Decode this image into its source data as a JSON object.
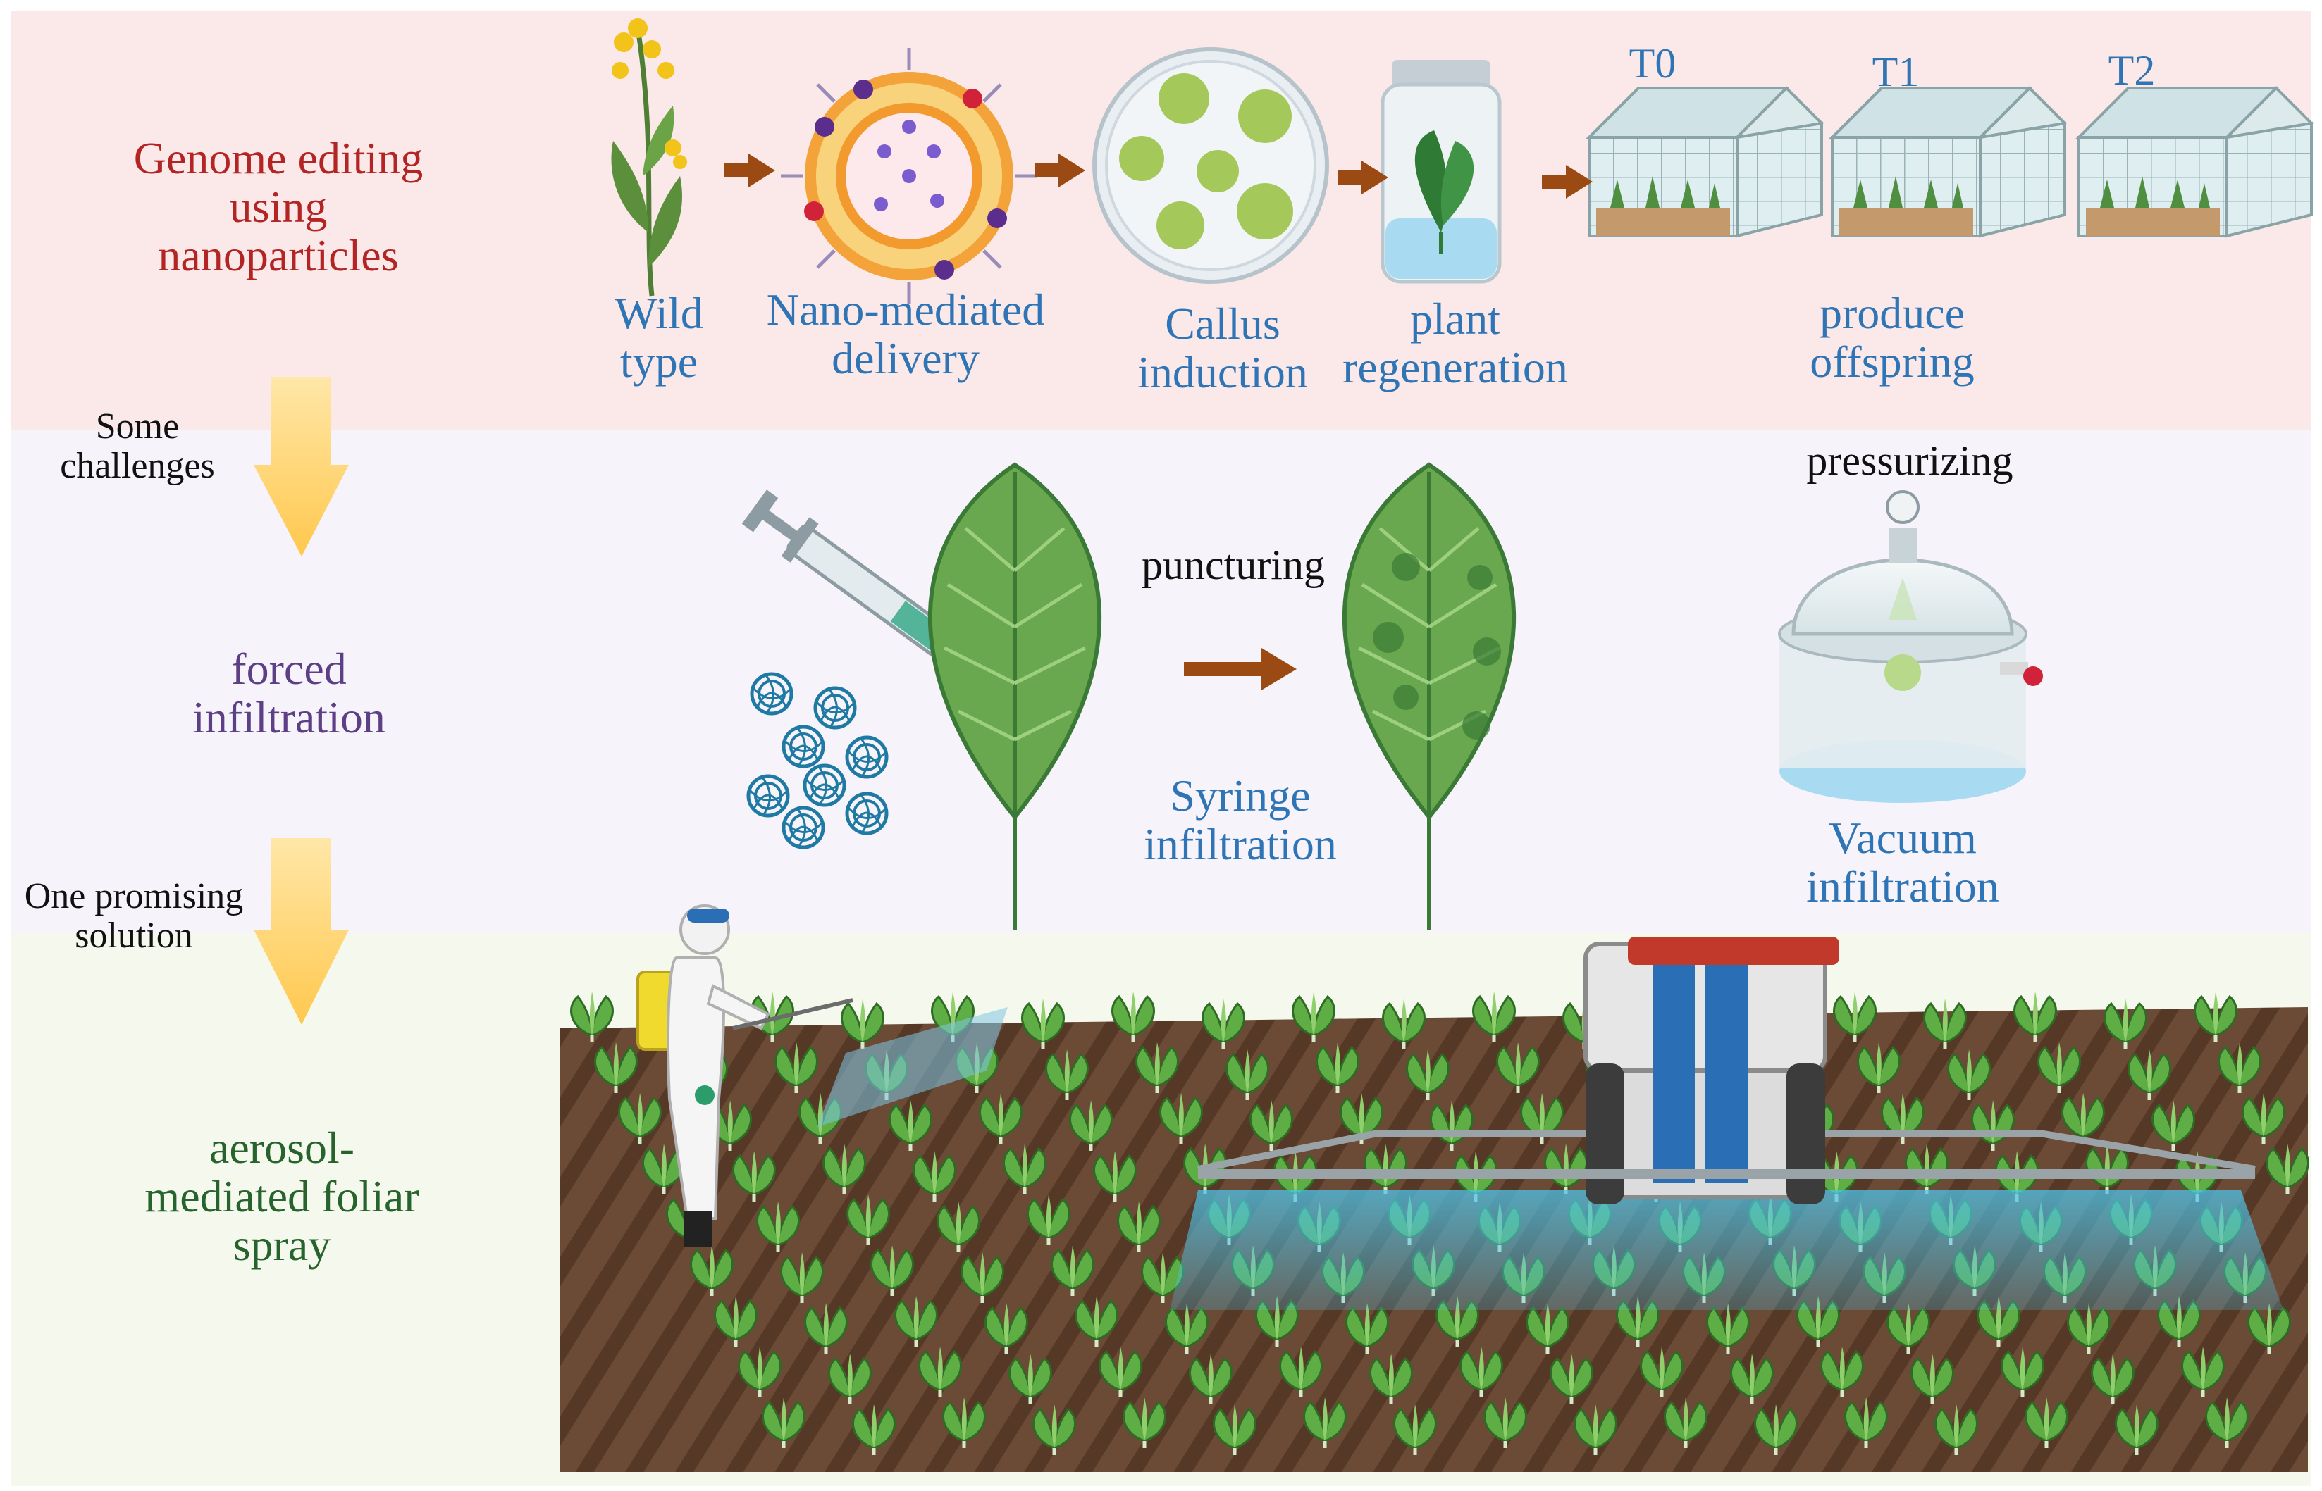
{
  "colors": {
    "row1_bg": "#fbe9e9",
    "row2_bg": "#f6f3fa",
    "row3_bg": "#f5f8ec",
    "heading_red": "#b32424",
    "label_blue": "#2f74b5",
    "heading_purple": "#5c3f85",
    "heading_green": "#27632c",
    "flow_arrow": "#9a4a12",
    "down_arrow": "#ffd36a"
  },
  "row1": {
    "heading": [
      "Genome editing",
      "using",
      "nanoparticles"
    ],
    "steps": {
      "wild_type": [
        "Wild",
        "type"
      ],
      "nano_delivery": [
        "Nano-mediated",
        "delivery"
      ],
      "callus": [
        "Callus",
        "induction"
      ],
      "regeneration": [
        "plant",
        "regeneration"
      ],
      "offspring": [
        "produce",
        "offspring"
      ]
    },
    "generations": [
      "T0",
      "T1",
      "T2"
    ]
  },
  "transition1": [
    "Some",
    "challenges"
  ],
  "row2": {
    "heading": [
      "forced",
      "infiltration"
    ],
    "puncturing": "puncturing",
    "syringe": [
      "Syringe",
      "infiltration"
    ],
    "pressurizing": "pressurizing",
    "vacuum": [
      "Vacuum",
      "infiltration"
    ]
  },
  "transition2": [
    "One promising",
    "solution"
  ],
  "row3": {
    "heading": [
      "aerosol-",
      "mediated foliar",
      "spray"
    ]
  },
  "icons": [
    "flowering-plant-icon",
    "nanoparticle-icon",
    "petri-dish-icon",
    "culture-jar-icon",
    "greenhouse-icon",
    "syringe-icon",
    "leaf-icon",
    "vacuum-chamber-icon",
    "sprayer-person-icon",
    "tractor-sprayer-icon"
  ]
}
